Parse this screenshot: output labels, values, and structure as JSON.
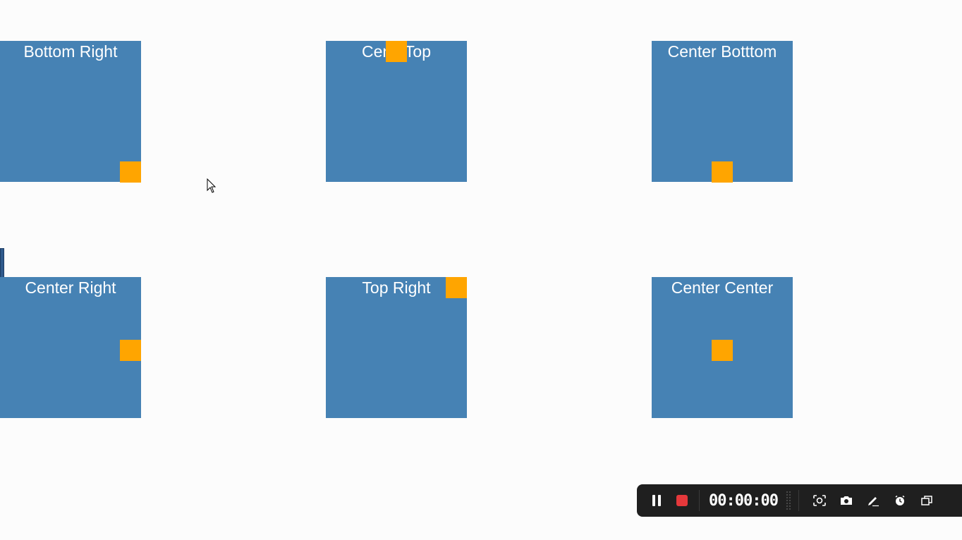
{
  "boxes": [
    {
      "label": "Bottom Right"
    },
    {
      "label": "Cen   Top"
    },
    {
      "label": "Center Botttom"
    },
    {
      "label": "Center Right"
    },
    {
      "label": "Top Right"
    },
    {
      "label": "Center Center"
    }
  ],
  "colors": {
    "box": "#4682b4",
    "marker": "#ffa500",
    "background": "#fcfcfc",
    "recorder_bg": "#1f1f1f",
    "stop": "#e5383b"
  },
  "recorder": {
    "timer": "00:00:00",
    "icons": [
      "pause-icon",
      "stop-icon",
      "region-capture-icon",
      "camera-icon",
      "pen-icon",
      "timer-icon",
      "window-icon"
    ]
  }
}
